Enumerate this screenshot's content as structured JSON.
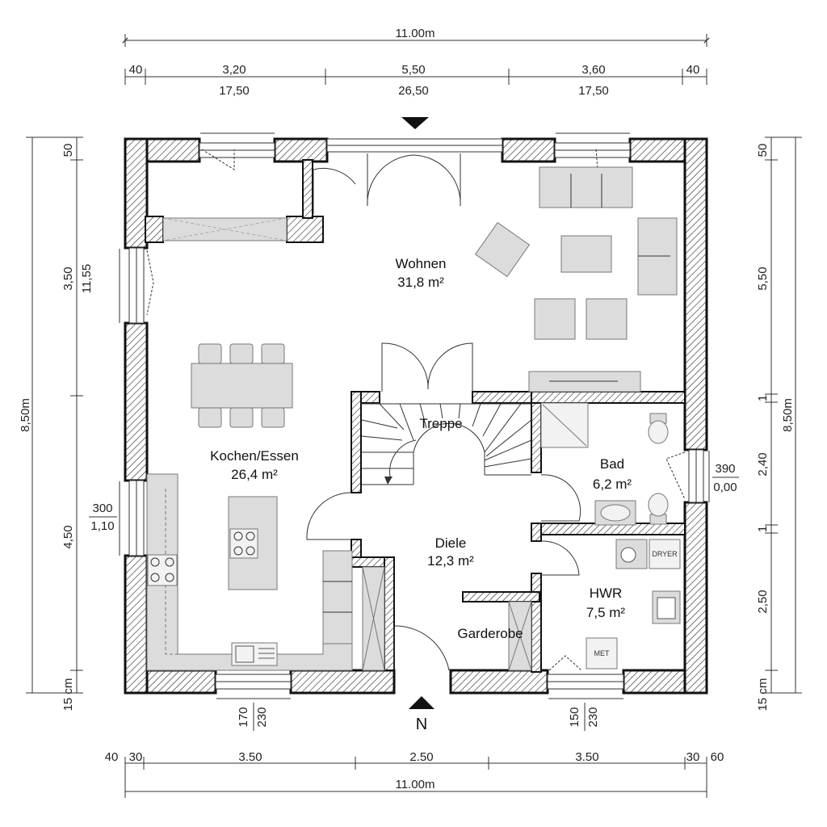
{
  "rooms": {
    "wohnen": {
      "name": "Wohnen",
      "area": "31,8 m²"
    },
    "kochen": {
      "name": "Kochen/Essen",
      "area": "26,4 m²"
    },
    "treppe": {
      "name": "Treppe"
    },
    "bad": {
      "name": "Bad",
      "area": "6,2 m²"
    },
    "diele": {
      "name": "Diele",
      "area": "12,3 m²"
    },
    "hwr": {
      "name": "HWR",
      "area": "7,5 m²"
    },
    "garderobe": {
      "name": "Garderobe"
    }
  },
  "dims": {
    "top_total": "11.00m",
    "top_left_40": "40",
    "top_3_20": "3,20",
    "top_17_50_a": "17,50",
    "top_5_50": "5,50",
    "top_26_50": "26,50",
    "top_3_60": "3,60",
    "top_17_50_b": "17,50",
    "top_right_40": "40",
    "bottom_40": "40",
    "bottom_30_a": "30",
    "bottom_3_50_a": "3.50",
    "bottom_2_50": "2.50",
    "bottom_3_50_b": "3.50",
    "bottom_30_b": "30",
    "bottom_60": "60",
    "bottom_total": "11.00m",
    "left_total": "8,50m",
    "left_50": "50",
    "left_3_50": "3,50",
    "left_11_55": "11,55",
    "left_4_50": "4,50",
    "left_15cm": "15 cm",
    "right_total": "8,50m",
    "right_50": "50",
    "right_5_50": "5,50",
    "right_2_40": "2,40",
    "right_2_50": "2,50",
    "right_15cm": "15 cm",
    "right_1a": "1",
    "right_1b": "1",
    "win_left_300": "300",
    "win_left_110": "1,10",
    "win_right_390": "390",
    "win_right_000": "0,00",
    "win_bottom_170": "170",
    "win_bottom_230_a": "230",
    "win_bottom_150": "150",
    "win_bottom_230_b": "230"
  },
  "appliances": {
    "dryer": "DRYER",
    "met": "MET"
  },
  "north": "N"
}
